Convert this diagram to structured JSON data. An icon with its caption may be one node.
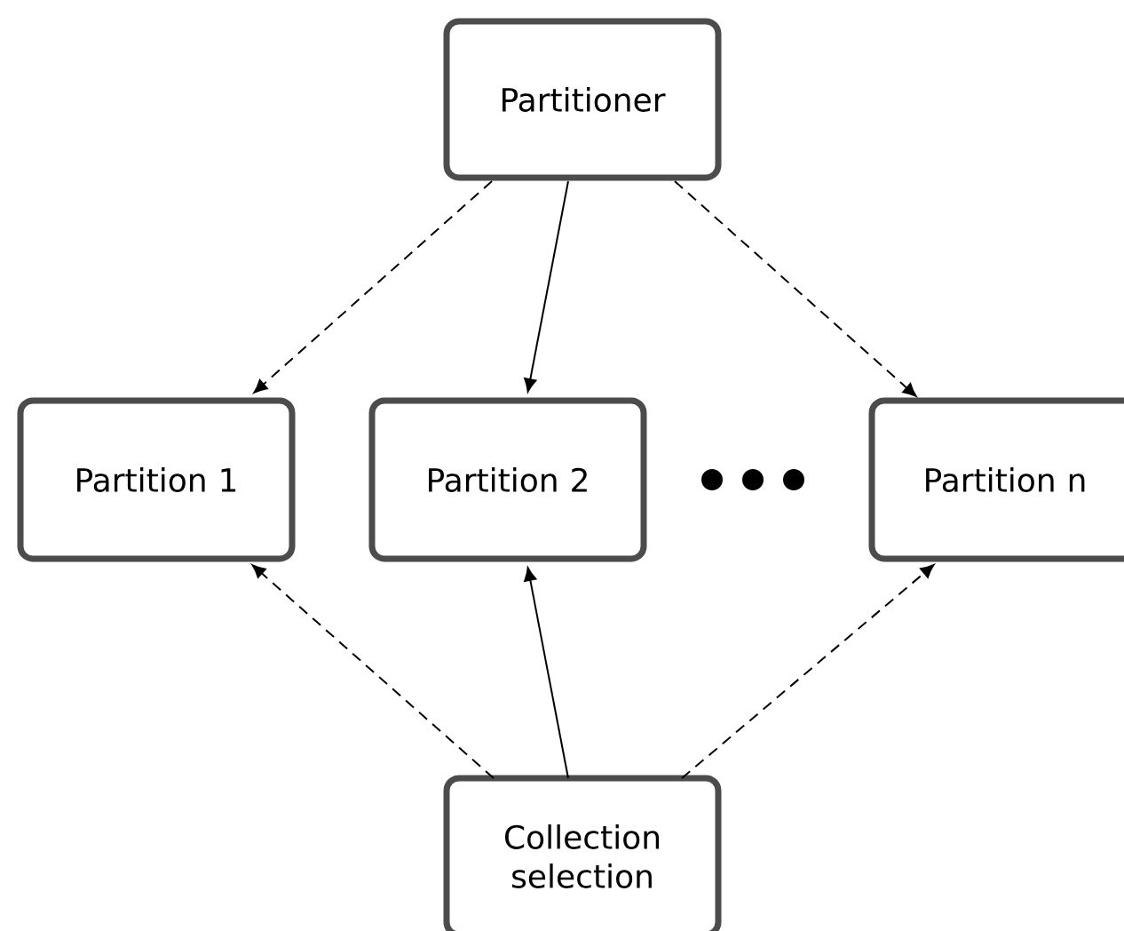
{
  "diagram": {
    "nodes": [
      {
        "text": [
          "Partitioner"
        ]
      },
      {
        "text": [
          "Partition 1"
        ]
      },
      {
        "text": [
          "Partition 2"
        ]
      },
      {
        "text": [
          "Partition n"
        ]
      },
      {
        "text": [
          "Collection selection"
        ]
      }
    ],
    "edges": [
      {
        "from": 0,
        "to": 1,
        "arrow": "to",
        "style": "dashed"
      },
      {
        "from": 0,
        "to": 2,
        "arrow": "to"
      },
      {
        "from": 0,
        "to": 3,
        "arrow": "to",
        "style": "dashed"
      },
      {
        "from": 4,
        "to": 1,
        "arrow": "to",
        "style": "dashed"
      },
      {
        "from": 4,
        "to": 2,
        "arrow": "to"
      },
      {
        "from": 4,
        "to": 3,
        "arrow": "to",
        "style": "dashed"
      }
    ]
  }
}
